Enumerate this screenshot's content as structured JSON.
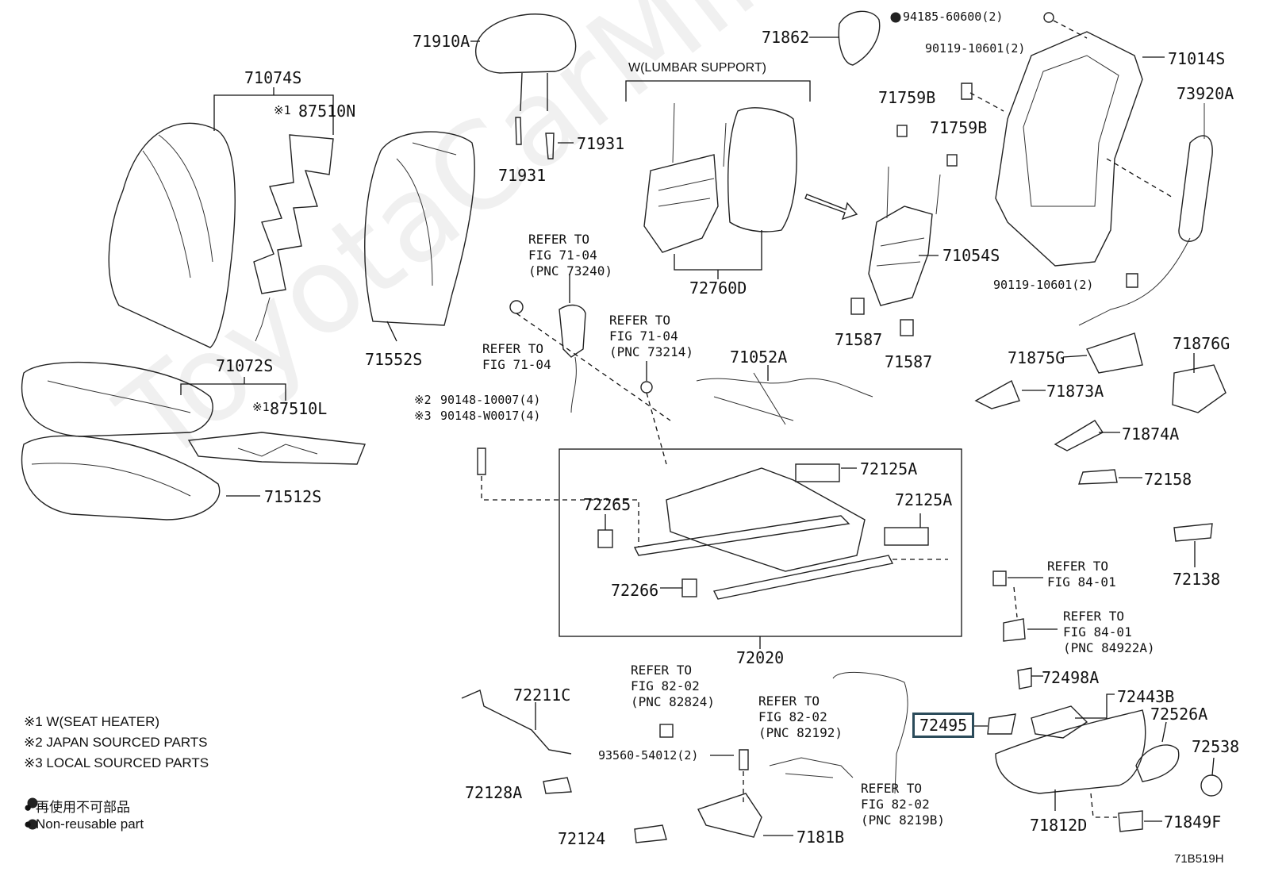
{
  "diagram_code": "71B519H",
  "watermark": "ToyotaCarMine.ru",
  "labels": {
    "p71910A": "71910A",
    "p71862": "71862",
    "p94185": "94185-60600(2)",
    "p71074S": "71074S",
    "p87510N": "87510N",
    "p71931a": "71931",
    "p71931b": "71931",
    "lumbar": "W(LUMBAR SUPPORT)",
    "p90119a": "90119-10601(2)",
    "p71014S": "71014S",
    "p73920A": "73920A",
    "p71759Ba": "71759B",
    "p71759Bb": "71759B",
    "p72760D": "72760D",
    "p71054S": "71054S",
    "p90119b": "90119-10601(2)",
    "p71072S": "71072S",
    "p71552S": "71552S",
    "p87510L": "87510L",
    "p71512S": "71512S",
    "p71052A": "71052A",
    "p71587a": "71587",
    "p71587b": "71587",
    "p71875G": "71875G",
    "p71876G": "71876G",
    "p71873A": "71873A",
    "p71874A": "71874A",
    "p72158": "72158",
    "p72138": "72138",
    "p90148a": "90148-10007(4)",
    "p90148b": "90148-W0017(4)",
    "p72125Aa": "72125A",
    "p72125Ab": "72125A",
    "p72265": "72265",
    "p72266": "72266",
    "p72020": "72020",
    "p72211C": "72211C",
    "p72128A": "72128A",
    "p72124": "72124",
    "p93560": "93560-54012(2)",
    "p7181B": "7181B",
    "p72495": "72495",
    "p72498A": "72498A",
    "p72443B": "72443B",
    "p72526A": "72526A",
    "p72538": "72538",
    "p71812D": "71812D",
    "p71849F": "71849F"
  },
  "marks": {
    "m1": "※1",
    "m1b": "※1",
    "m2": "※2",
    "m3": "※3"
  },
  "refs": {
    "r73240": "REFER TO\nFIG 71-04\n(PNC 73240)",
    "r7104": "REFER TO\nFIG 71-04",
    "r73214": "REFER TO\nFIG 71-04\n(PNC 73214)",
    "r8401a": "REFER TO\nFIG 84-01",
    "r8401b": "REFER TO\nFIG 84-01\n(PNC 84922A)",
    "r82824": "REFER TO\nFIG 82-02\n(PNC 82824)",
    "r82192": "REFER TO\nFIG 82-02\n(PNC 82192)",
    "r8219B": "REFER TO\nFIG 82-02\n(PNC 8219B)"
  },
  "legend": {
    "n1": "※1 W(SEAT HEATER)",
    "n2": "※2 JAPAN SOURCED PARTS",
    "n3": "※3 LOCAL SOURCED PARTS",
    "dot_jp": "● 再使用不可部品",
    "dot_en": "● Non-reusable part"
  },
  "colors": {
    "line": "#222222",
    "highlight_border": "#2b4b5a",
    "background": "#ffffff"
  }
}
